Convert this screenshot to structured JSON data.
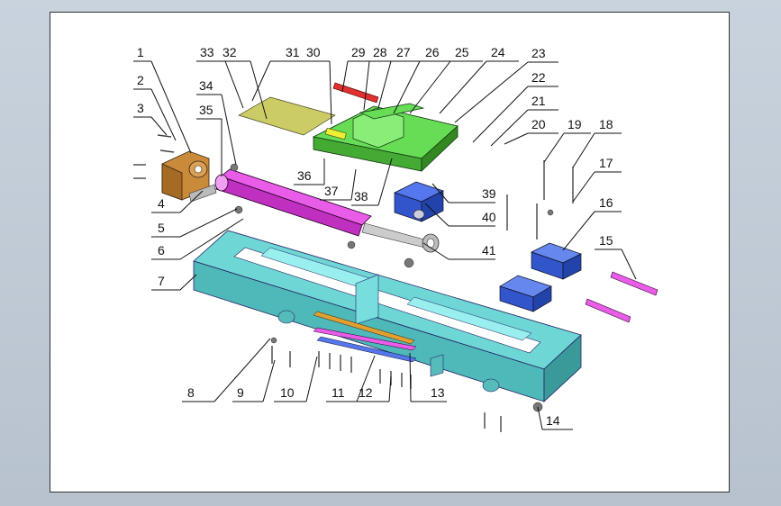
{
  "colors": {
    "background": "#c0cad5",
    "sheet": "#ffffff",
    "frame": "#66cccc",
    "cylinder": "#e040e0",
    "plate": "#55cc44",
    "bracket_blue": "#3a66d8",
    "support": "#c98a3a",
    "cover": "#cccc66"
  },
  "callouts": [
    {
      "label": "1"
    },
    {
      "label": "2"
    },
    {
      "label": "3"
    },
    {
      "label": "4"
    },
    {
      "label": "5"
    },
    {
      "label": "6"
    },
    {
      "label": "7"
    },
    {
      "label": "8"
    },
    {
      "label": "9"
    },
    {
      "label": "10"
    },
    {
      "label": "11"
    },
    {
      "label": "12"
    },
    {
      "label": "13"
    },
    {
      "label": "14"
    },
    {
      "label": "15"
    },
    {
      "label": "16"
    },
    {
      "label": "17"
    },
    {
      "label": "18"
    },
    {
      "label": "19"
    },
    {
      "label": "20"
    },
    {
      "label": "21"
    },
    {
      "label": "22"
    },
    {
      "label": "23"
    },
    {
      "label": "24"
    },
    {
      "label": "25"
    },
    {
      "label": "26"
    },
    {
      "label": "27"
    },
    {
      "label": "28"
    },
    {
      "label": "29"
    },
    {
      "label": "30"
    },
    {
      "label": "31"
    },
    {
      "label": "32"
    },
    {
      "label": "33"
    },
    {
      "label": "34"
    },
    {
      "label": "35"
    },
    {
      "label": "36"
    },
    {
      "label": "37"
    },
    {
      "label": "38"
    },
    {
      "label": "39"
    },
    {
      "label": "40"
    },
    {
      "label": "41"
    }
  ]
}
